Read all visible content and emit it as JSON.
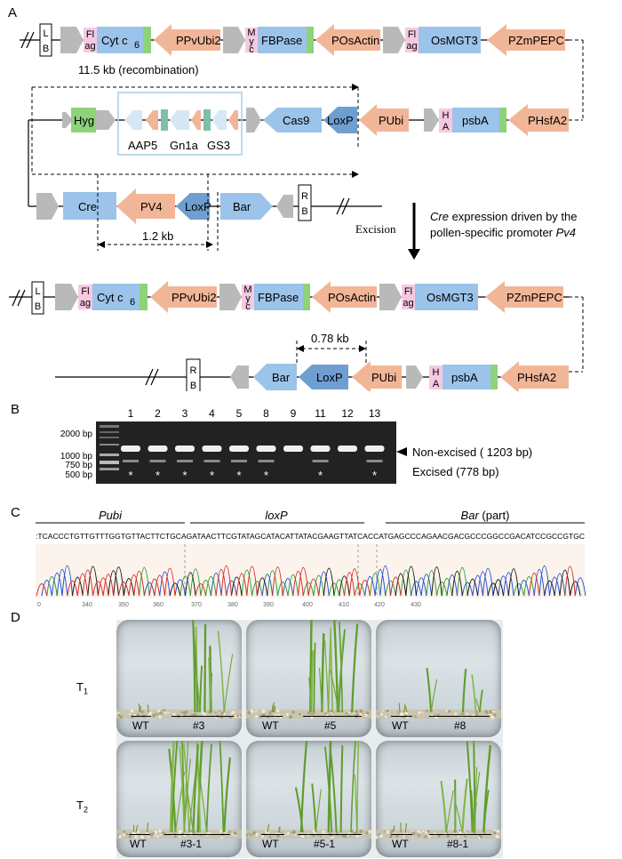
{
  "panels": {
    "a": "A",
    "b": "B",
    "c": "C",
    "d": "D"
  },
  "construct_top": {
    "left_border": [
      "L",
      "B"
    ],
    "elements_row1": [
      "Fl",
      "ag",
      "Cyt c",
      "6",
      "PPvUbi2",
      "M",
      "y",
      "c",
      "FBPase",
      "POsActin",
      "Fl",
      "ag",
      "OsMGT3",
      "PZmPEPC"
    ],
    "recombination_label": "11.5 kb (recombination)",
    "elements_row2": [
      "Hyg",
      "AAP5",
      "Gn1a",
      "GS3",
      "Cas9",
      "LoxP",
      "PUbi",
      "H",
      "A",
      "psbA",
      "PHsfA2"
    ],
    "elements_row3": [
      "Cre",
      "PV4",
      "LoxP",
      "Bar",
      "R",
      "B"
    ],
    "distance_label": "1.2 kb"
  },
  "excision": {
    "label": "Excision",
    "caption_italic": "Cre",
    "caption_line1": " expression driven by the",
    "caption_line2": "pollen-specific promoter ",
    "caption_italic2": "Pv4"
  },
  "construct_bottom": {
    "left_border": [
      "L",
      "B"
    ],
    "elements_row1": [
      "Fl",
      "ag",
      "Cyt c",
      "6",
      "PPvUbi2",
      "M",
      "y",
      "c",
      "FBPase",
      "POsActin",
      "Fl",
      "ag",
      "OsMGT3",
      "PZmPEPC"
    ],
    "distance_label": "0.78 kb",
    "elements_row2": [
      "R",
      "B",
      "Bar",
      "LoxP",
      "PUbi",
      "H",
      "A",
      "psbA",
      "PHsfA2"
    ]
  },
  "gel": {
    "ladder": [
      "2000 bp",
      "1000 bp",
      "750 bp",
      "500 bp"
    ],
    "lanes": [
      "1",
      "2",
      "3",
      "4",
      "5",
      "8",
      "9",
      "11",
      "12",
      "13"
    ],
    "excised_marks": [
      "*",
      "*",
      "*",
      "*",
      "*",
      "*",
      "",
      "*",
      "",
      "*"
    ],
    "band_label_1": "Non-excised ( 1203 bp)",
    "band_label_2": "Excised (778 bp)"
  },
  "chromatogram": {
    "regions": [
      "Pubi",
      "loxP",
      "Bar"
    ],
    "region_suffix": " (part)",
    "sequence": ":TCACCCTGTTGTTTGGTGTTACTTCTGCAGATAACTTCGTATAGCATACATTATACGAAGTTATCACCATGAGCCCAGAACGACGCCCGGCCGACATCCGCCGTGC",
    "ticks": [
      "0",
      "340",
      "350",
      "360",
      "370",
      "380",
      "390",
      "400",
      "410",
      "420",
      "430"
    ]
  },
  "plants": {
    "generations": [
      {
        "label": "T",
        "sub": "1",
        "plates": [
          {
            "wt": "WT",
            "line": "#3"
          },
          {
            "wt": "WT",
            "line": "#5"
          },
          {
            "wt": "WT",
            "line": "#8"
          }
        ]
      },
      {
        "label": "T",
        "sub": "2",
        "plates": [
          {
            "wt": "WT",
            "line": "#3-1"
          },
          {
            "wt": "WT",
            "line": "#5-1"
          },
          {
            "wt": "WT",
            "line": "#8-1"
          }
        ]
      }
    ]
  }
}
